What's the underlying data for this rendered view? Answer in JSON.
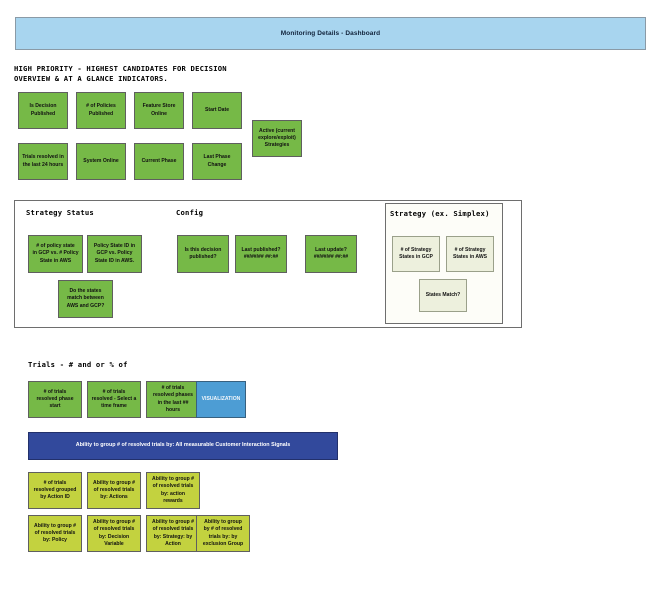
{
  "header": {
    "title": "Monitoring Details - Dashboard"
  },
  "high_priority": {
    "heading": "HIGH PRIORITY - HIGHEST CANDIDATES FOR DECISION\nOVERVIEW & AT A GLANCE INDICATORS.",
    "row1": [
      "Is Decision\nPublished",
      "# of Policies\nPublished",
      "Feature Store\nOnline",
      "Start Date"
    ],
    "row2": [
      "Trials resolved in\nthe last 24 hours",
      "System Online",
      "Current Phase",
      "Last Phase\nChange"
    ],
    "active_strategies": "Active (current\nexplore/exploit)\nStrategies"
  },
  "strategy_status": {
    "heading": "Strategy Status",
    "boxes": [
      "# of policy state\nin GCP vs. # Policy\nState in AWS",
      "Policy State ID in\nGCP vs. Policy\nState ID in AWS.",
      "Do the states\nmatch between\nAWS and GCP?"
    ]
  },
  "config": {
    "heading": "Config",
    "boxes": [
      "Is this decision\npublished?",
      "Last published?\n##/##/## ##:##",
      "Last update?\n##/##/## ##:##"
    ]
  },
  "simplex": {
    "heading": "Strategy (ex. Simplex)",
    "boxes": [
      "# of Strategy\nStates in GCP",
      "# of Strategy\nStates in AWS",
      "States Match?"
    ]
  },
  "trials": {
    "heading": "Trials - # and or % of",
    "row1": [
      "# of trials\nresolved phase\nstart",
      "# of trials\nresolved - Select a\ntime frame",
      "# of trials\nresolved phases\nin the last ##\nhours"
    ],
    "visualization_label": "VISUALIZATION",
    "banner": "Ability to group # of resolved trials by: All measurable Customer Interaction Signals",
    "group_row1": [
      "# of trials\nresolved  grouped\nby Action ID",
      "Ability to group #\nof resolved trials\nby:  Actions",
      "Ability to group #\nof resolved trials\nby: action\nrewards"
    ],
    "group_row2": [
      "Ability to group #\nof resolved trials\nby: Policy",
      "Ability to group #\nof resolved trials\nby: Decision\nVariable",
      "Ability to group #\nof resolved trials\nby: Strategy: by\nAction",
      "Ability to group\nby # of resolved\ntrials by: by\nexclusion Group"
    ]
  },
  "colors": {
    "header_blue": "#a8d5ef",
    "green": "#76b947",
    "ivory": "#edf0dd",
    "lime": "#c3d23f",
    "viz_blue": "#4d9dd4",
    "navy": "#32499c"
  }
}
